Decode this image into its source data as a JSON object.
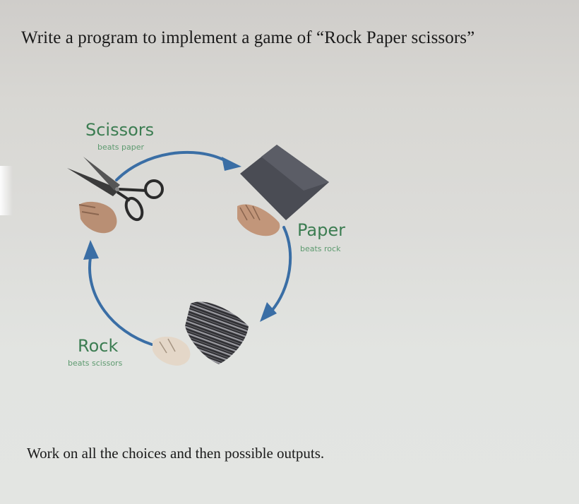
{
  "title": "Write a program to implement a game of “Rock Paper scissors”",
  "footer": "Work on all the choices and then possible outputs.",
  "diagram": {
    "scissors": {
      "name": "Scissors",
      "beats": "beats paper"
    },
    "paper": {
      "name": "Paper",
      "beats": "beats rock"
    },
    "rock": {
      "name": "Rock",
      "beats": "beats scissors"
    },
    "colors": {
      "arrow": "#3a6ea5",
      "label": "#3c7d52",
      "sublabel": "#5d9a6f"
    },
    "icons": [
      "scissors-icon",
      "scissors-hand-icon",
      "paper-icon",
      "paper-hand-icon",
      "rock-icon",
      "rock-hand-icon"
    ]
  }
}
